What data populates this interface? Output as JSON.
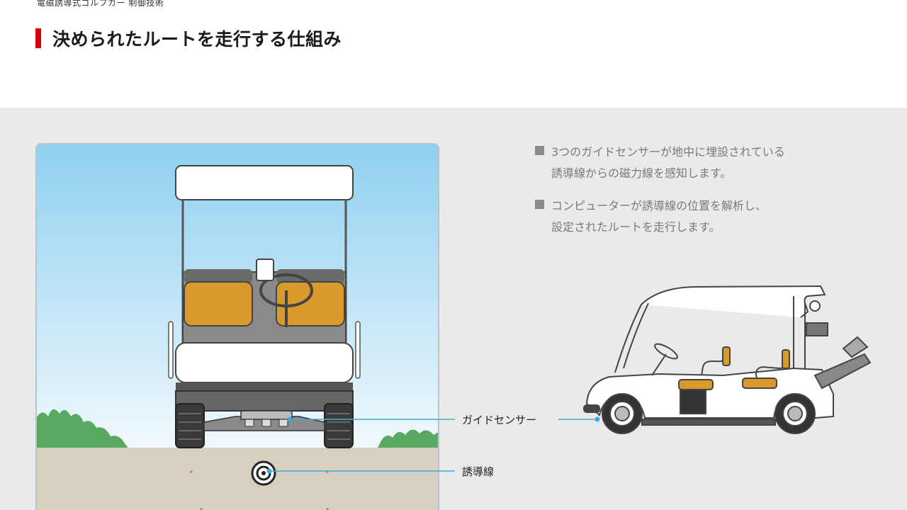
{
  "header": {
    "breadcrumb": "電磁誘導式ゴルフカー 制御技術",
    "title": "決められたルートを走行する仕組み"
  },
  "info": {
    "items": [
      {
        "line1": "3つのガイドセンサーが地中に埋設されている",
        "line2": "誘導線からの磁力線を感知します。"
      },
      {
        "line1": "コンピューターが誘導線の位置を解析し、",
        "line2": "設定されたルートを走行します。"
      }
    ]
  },
  "callouts": {
    "sensor_label": "ガイドセンサー",
    "wire_label": "誘導線"
  },
  "colors": {
    "accent": "#d40000",
    "callout_line": "#3fa9e0",
    "seat": "#d99a2b"
  }
}
